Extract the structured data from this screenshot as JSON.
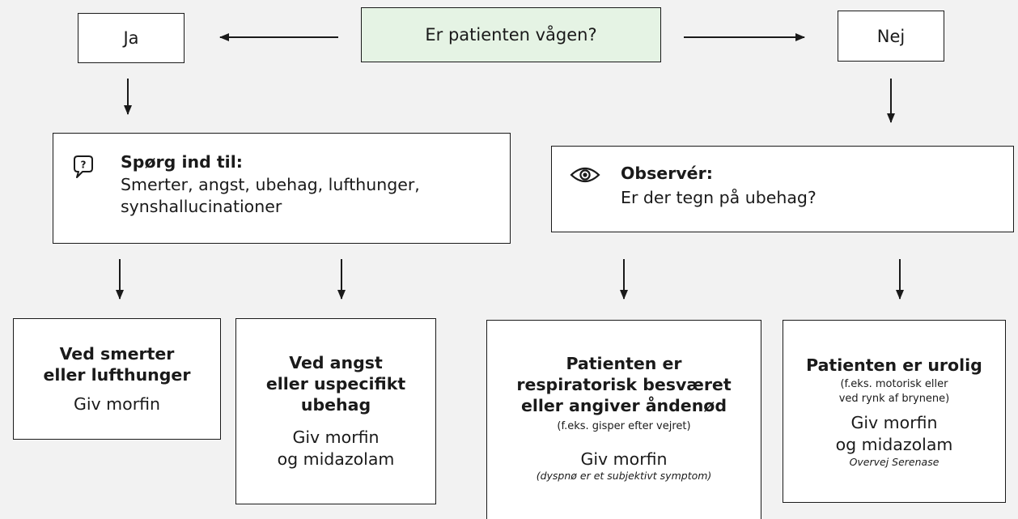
{
  "question": "Er patienten vågen?",
  "yes": "Ja",
  "no": "Nej",
  "ask": {
    "icon": "speech-bubble-question-icon",
    "title": "Spørg ind til:",
    "line1": "Smerter, angst, ubehag, lufthunger,",
    "line2": "synshallucinationer"
  },
  "observe": {
    "icon": "eye-icon",
    "title": "Observér:",
    "text": "Er der tegn på ubehag?"
  },
  "outcomes": [
    {
      "title_lines": [
        "Ved smerter",
        "eller lufthunger"
      ],
      "action": "Giv morfin"
    },
    {
      "title_lines": [
        "Ved angst",
        "eller uspecifikt",
        "ubehag"
      ],
      "action_lines": [
        "Giv morfin",
        "og midazolam"
      ]
    },
    {
      "title_lines": [
        "Patienten er",
        "respiratorisk besværet",
        "eller angiver åndenød"
      ],
      "example": "(f.eks. gisper efter vejret)",
      "action": "Giv morfin",
      "note": "(dyspnø er et subjektivt symptom)"
    },
    {
      "title": "Patienten er urolig",
      "example_lines": [
        "(f.eks. motorisk eller",
        "ved rynk af brynene)"
      ],
      "action_lines": [
        "Giv morfin",
        "og midazolam"
      ],
      "note": "Overvej Serenase"
    }
  ],
  "colors": {
    "background": "#f2f2f2",
    "question_fill": "#e5f3e4",
    "box_fill": "#ffffff",
    "line": "#1a1a1a"
  }
}
